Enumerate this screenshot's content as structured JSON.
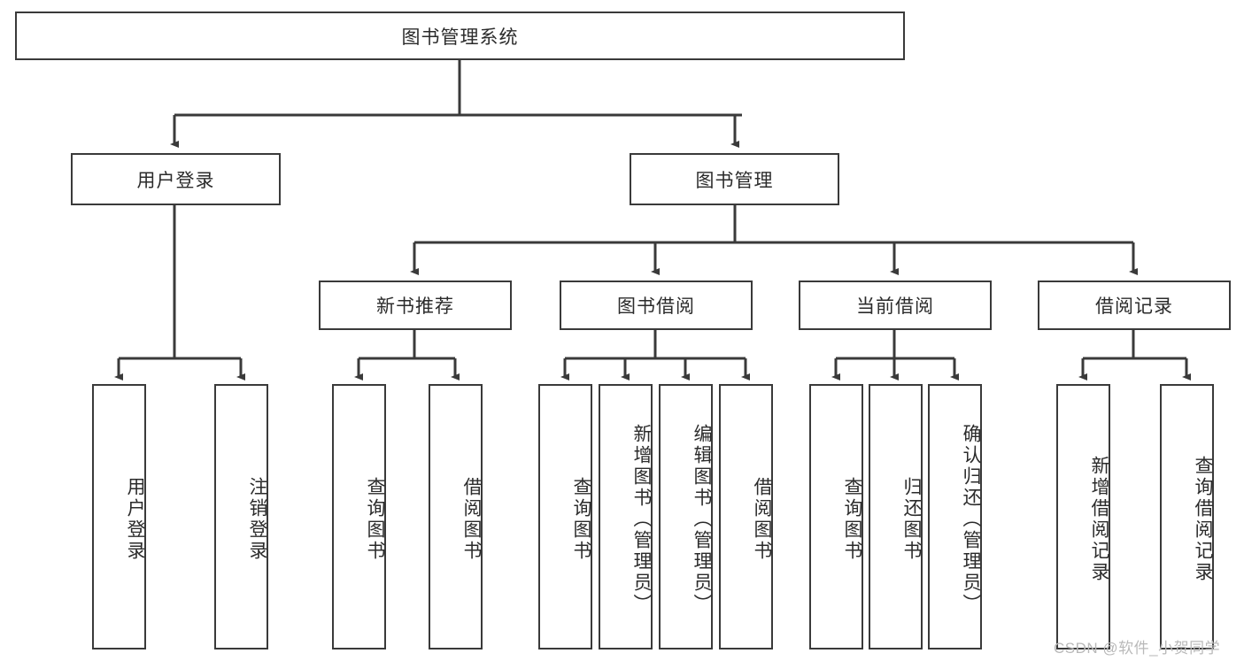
{
  "diagram": {
    "title_node": {
      "label": "图书管理系统"
    },
    "level2": [
      {
        "label": "用户登录"
      },
      {
        "label": "图书管理"
      }
    ],
    "level3": [
      {
        "label": "新书推荐"
      },
      {
        "label": "图书借阅"
      },
      {
        "label": "当前借阅"
      },
      {
        "label": "借阅记录"
      }
    ],
    "leaves": {
      "user_login": [
        {
          "label": "用户登录"
        },
        {
          "label": "注销登录"
        }
      ],
      "new_book_recommend": [
        {
          "label": "查询图书"
        },
        {
          "label": "借阅图书"
        }
      ],
      "book_borrow": [
        {
          "label": "查询图书"
        },
        {
          "label": "新增图书（管理员）"
        },
        {
          "label": "编辑图书（管理员）"
        },
        {
          "label": "借阅图书"
        }
      ],
      "current_borrow": [
        {
          "label": "查询图书"
        },
        {
          "label": "归还图书"
        },
        {
          "label": "确认归还（管理员）"
        }
      ],
      "borrow_record": [
        {
          "label": "新增借阅记录"
        },
        {
          "label": "查询借阅记录"
        }
      ]
    }
  },
  "watermark": {
    "text": "CSDN @软件_小贺同学"
  },
  "colors": {
    "line": "#3a3a3a",
    "box_border": "#3a3a3a",
    "text": "#2b2b2b",
    "background": "#ffffff",
    "watermark": "#b9b9b9"
  }
}
